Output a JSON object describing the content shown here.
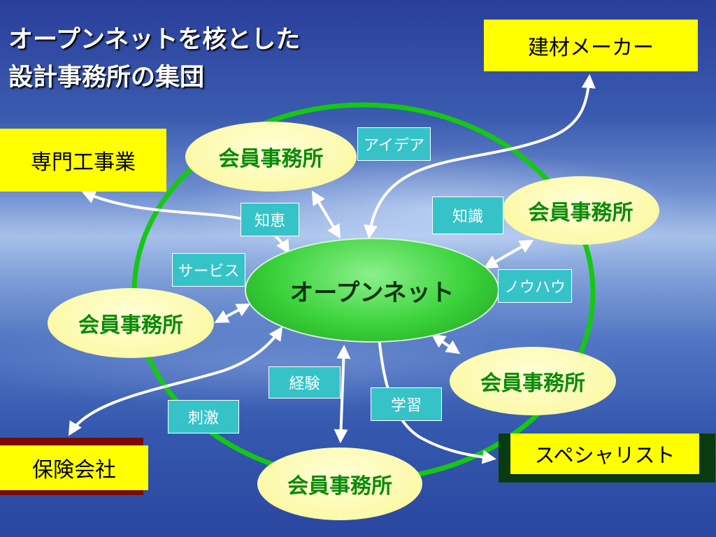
{
  "title": {
    "line1": "オープンネットを核とした",
    "line2": "設計事務所の集団"
  },
  "center": {
    "label": "オープンネット"
  },
  "members": [
    {
      "label": "会員事務所"
    },
    {
      "label": "会員事務所"
    },
    {
      "label": "会員事務所"
    },
    {
      "label": "会員事務所"
    },
    {
      "label": "会員事務所"
    }
  ],
  "external": {
    "building_materials": "建材メーカー",
    "specialty_construction": "専門工事業",
    "insurance": "保険会社",
    "specialist": "スペシャリスト"
  },
  "tags": {
    "idea": "アイデア",
    "wisdom": "知恵",
    "knowledge": "知識",
    "service": "サービス",
    "knowhow": "ノウハウ",
    "experience": "経験",
    "learning": "学習",
    "stimulus": "刺激"
  },
  "colors": {
    "ring": "#14c814",
    "box_fill": "#ffff00",
    "member_fill": "#fcf9a8",
    "member_text": "#0a8a0a",
    "center_fill": "#3ad23a",
    "tag_fill": "#35c3c8"
  }
}
